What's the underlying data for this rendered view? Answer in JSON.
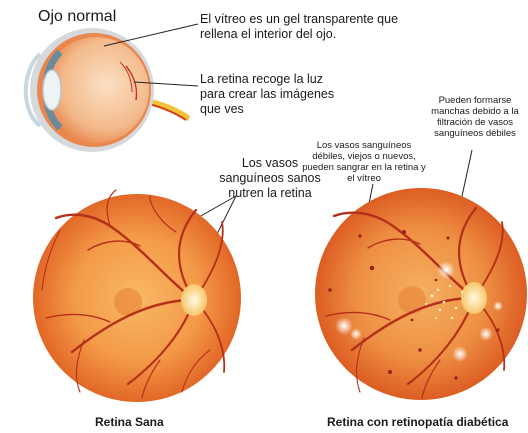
{
  "title": "Ojo normal",
  "labels": {
    "vitreo": "El vítreo es un gel transparente que rellena el interior del ojo.",
    "retina": "La retina recoge la luz para crear las imágenes que ves",
    "vasos_sanos": "Los vasos sanguíneos sanos nutren la retina",
    "vasos_debiles": "Los vasos sanguíneos débiles, viejos o nuevos, pueden sangrar en la retina y el vítreo",
    "manchas": "Pueden formarse manchas debido a la filtración de vasos sanguíneos débiles"
  },
  "captions": {
    "sana": "Retina Sana",
    "diabetica": "Retina con retinopatía diabética"
  },
  "colors": {
    "retina_center": "#f6a04a",
    "retina_edge": "#e0531c",
    "vessel": "#b5301a",
    "exudate": "#fff6c8",
    "line": "#222222"
  }
}
